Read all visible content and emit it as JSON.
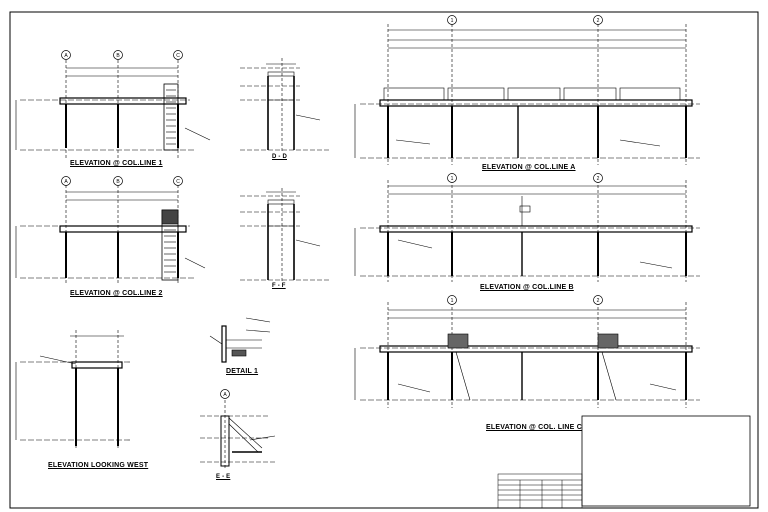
{
  "titles": {
    "col_line_1": "ELEVATION @ COL.LINE 1",
    "col_line_2": "ELEVATION @ COL.LINE 2",
    "col_line_a": "ELEVATION @ COL.LINE A",
    "col_line_b": "ELEVATION @ COL.LINE B",
    "col_line_c": "ELEVATION @ COL. LINE C",
    "looking_west": "ELEVATION LOOKING WEST",
    "detail_1": "DETAIL 1",
    "section_dd": "D - D",
    "section_ff": "F - F",
    "section_ee": "E - E"
  },
  "grid_bubbles": {
    "line1": [
      "A",
      "B",
      "C"
    ],
    "line2": [
      "A",
      "B",
      "C"
    ],
    "line_a": [
      "1",
      "2"
    ],
    "line_b": [
      "1",
      "2"
    ],
    "line_c": [
      "1",
      "2"
    ],
    "section_e": "A"
  },
  "colors": {
    "ink": "#000000",
    "paper": "#ffffff"
  }
}
